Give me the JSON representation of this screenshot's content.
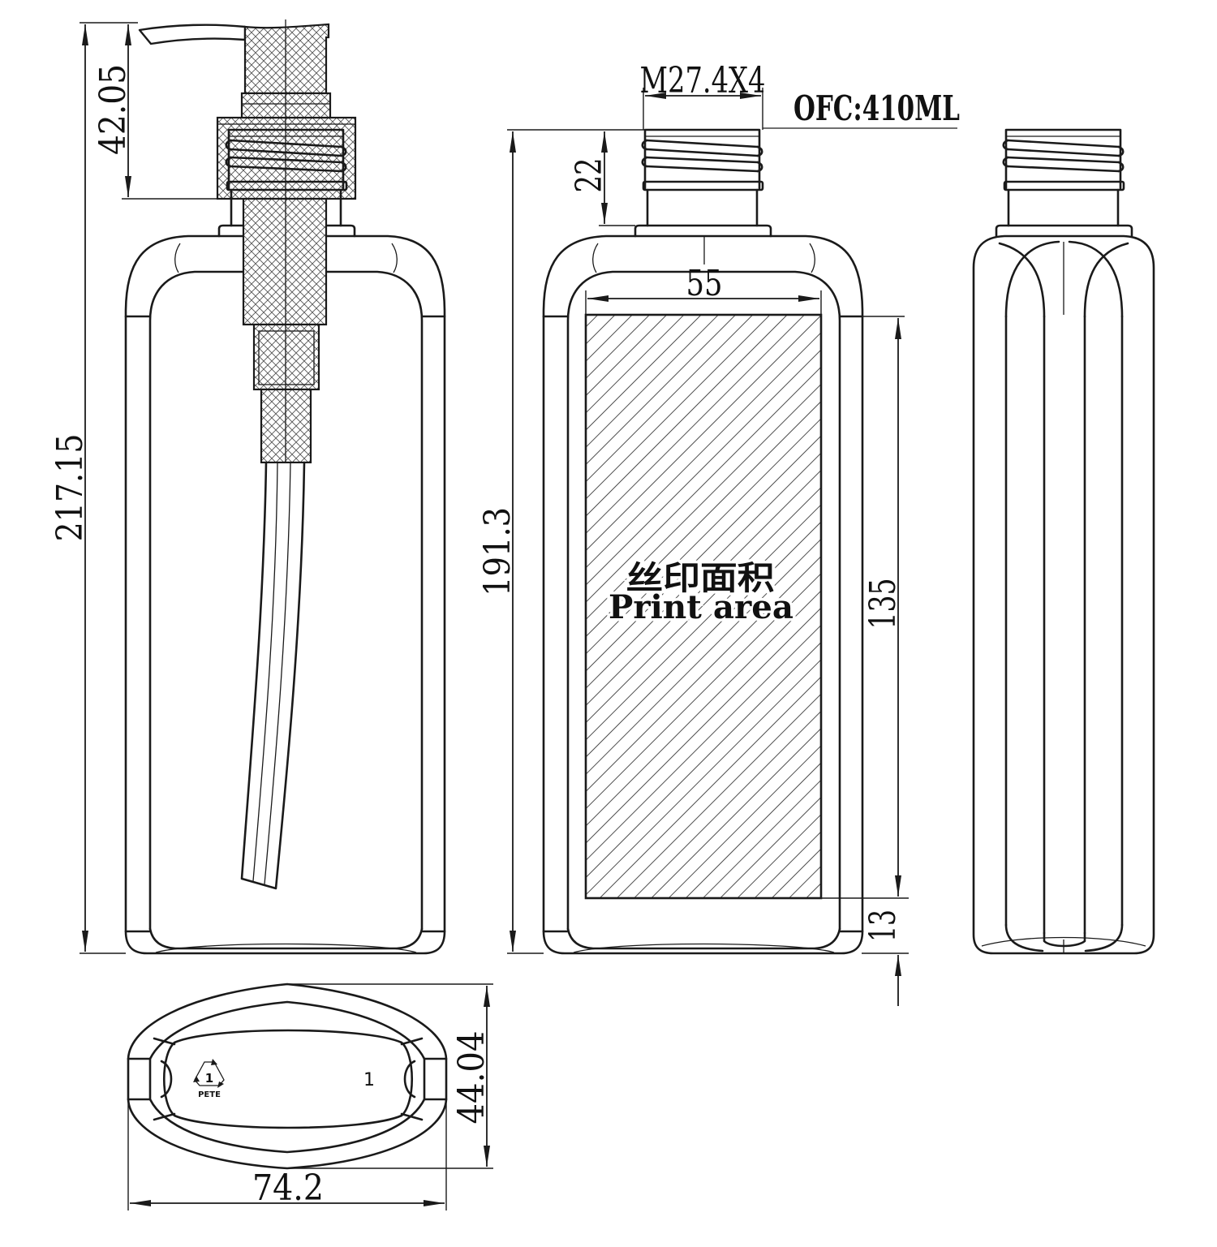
{
  "title_block": {
    "capacity": "OFC:410ML",
    "thread_spec": "M27.4X4"
  },
  "print_area": {
    "label_cn": "丝印面积",
    "label_en": "Print area"
  },
  "dimensions": {
    "pump_height": "42.05",
    "overall_height": "217.15",
    "neck_height": "22",
    "bottle_height": "191.3",
    "print_width": "55",
    "print_height": "135",
    "print_bottom_offset": "13",
    "bottle_depth": "44.04",
    "bottle_width": "74.2"
  },
  "base_markings": {
    "recycle_number": "1",
    "recycle_label": "PETE",
    "mold_number": "1"
  },
  "icons": {
    "recycle": "pete-recycle-icon",
    "arrowhead": "dimension-arrow-icon"
  },
  "colors": {
    "line": "#1a1a1a",
    "background": "#ffffff"
  }
}
